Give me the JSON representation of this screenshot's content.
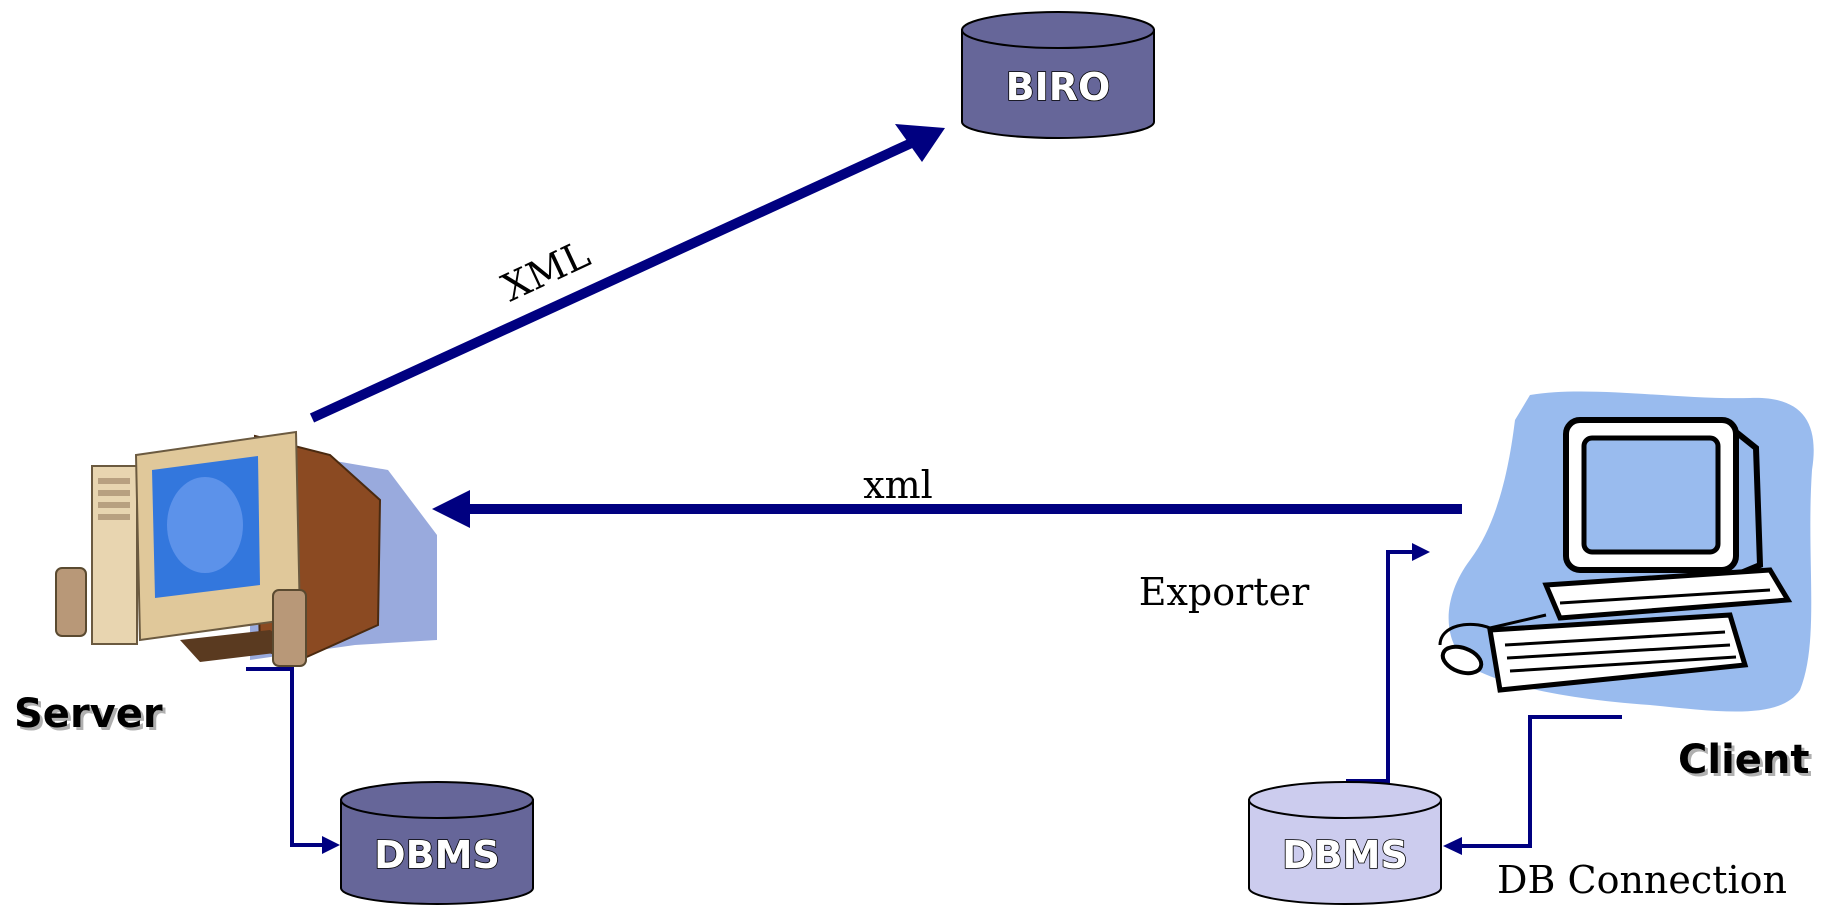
{
  "nodes": {
    "biro": {
      "label": "BIRO",
      "color": "#666699"
    },
    "server_dbms": {
      "label": "DBMS",
      "color": "#666699"
    },
    "client_dbms": {
      "label": "DBMS",
      "color": "#ccccee"
    },
    "server": {
      "label": "Server"
    },
    "client": {
      "label": "Client"
    }
  },
  "edges": {
    "server_to_biro": {
      "label": "XML"
    },
    "client_to_server": {
      "label": "xml"
    },
    "exporter": {
      "label": "Exporter"
    },
    "db_connection": {
      "label": "DB Connection"
    }
  },
  "colors": {
    "arrow": "#000080",
    "client_backdrop": "#99bbee",
    "server_shadow": "#99aadd"
  }
}
